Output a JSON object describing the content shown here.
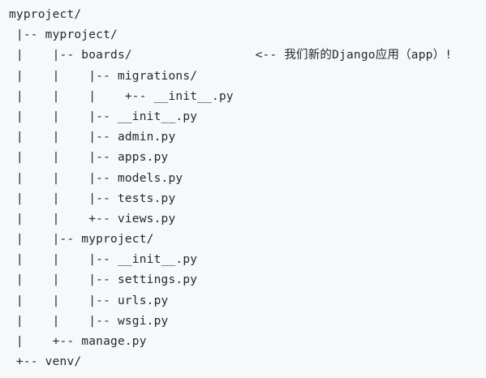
{
  "code_block": {
    "lines": [
      "myproject/",
      " |-- myproject/",
      " |    |-- boards/                 <-- 我们新的Django应用（app）!",
      " |    |    |-- migrations/",
      " |    |    |    +-- __init__.py",
      " |    |    |-- __init__.py",
      " |    |    |-- admin.py",
      " |    |    |-- apps.py",
      " |    |    |-- models.py",
      " |    |    |-- tests.py",
      " |    |    +-- views.py",
      " |    |-- myproject/",
      " |    |    |-- __init__.py",
      " |    |    |-- settings.py",
      " |    |    |-- urls.py",
      " |    |    |-- wsgi.py",
      " |    +-- manage.py",
      " +-- venv/"
    ]
  }
}
